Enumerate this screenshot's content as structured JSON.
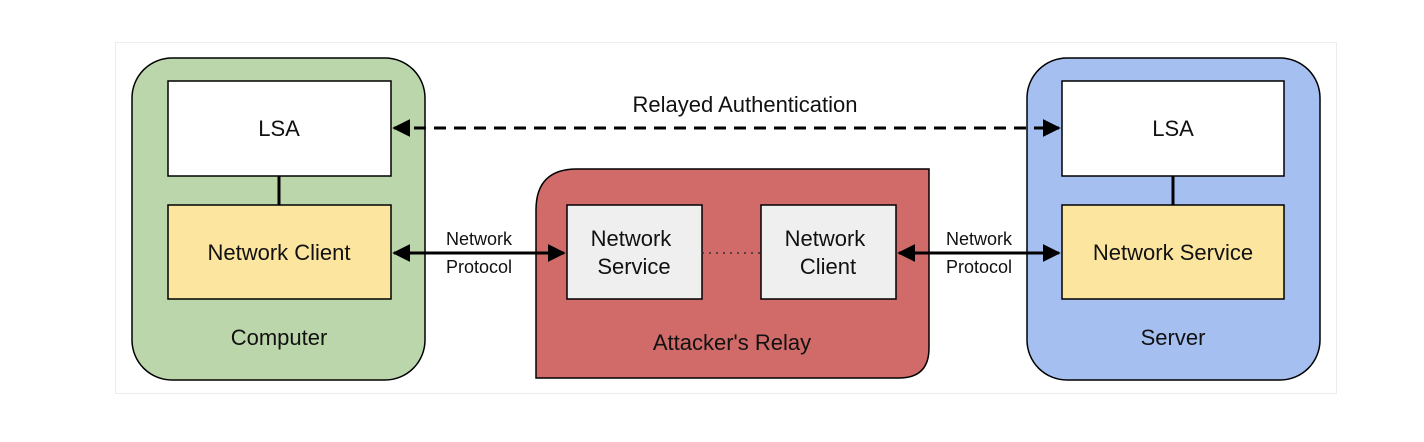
{
  "diagram": {
    "relayed_auth_label": "Relayed Authentication",
    "computer": {
      "title": "Computer",
      "lsa_label": "LSA",
      "client_label": "Network Client",
      "fill": "#bcd6ab",
      "client_fill": "#fbe59f"
    },
    "relay": {
      "title": "Attacker's Relay",
      "service_label_line1": "Network",
      "service_label_line2": "Service",
      "client_label_line1": "Network",
      "client_label_line2": "Client",
      "fill": "#d16b69",
      "inner_fill": "#efefef"
    },
    "server": {
      "title": "Server",
      "lsa_label": "LSA",
      "service_label": "Network Service",
      "fill": "#a5bff0",
      "service_fill": "#fbe59f"
    },
    "left_protocol": {
      "line1": "Network",
      "line2": "Protocol"
    },
    "right_protocol": {
      "line1": "Network",
      "line2": "Protocol"
    }
  }
}
